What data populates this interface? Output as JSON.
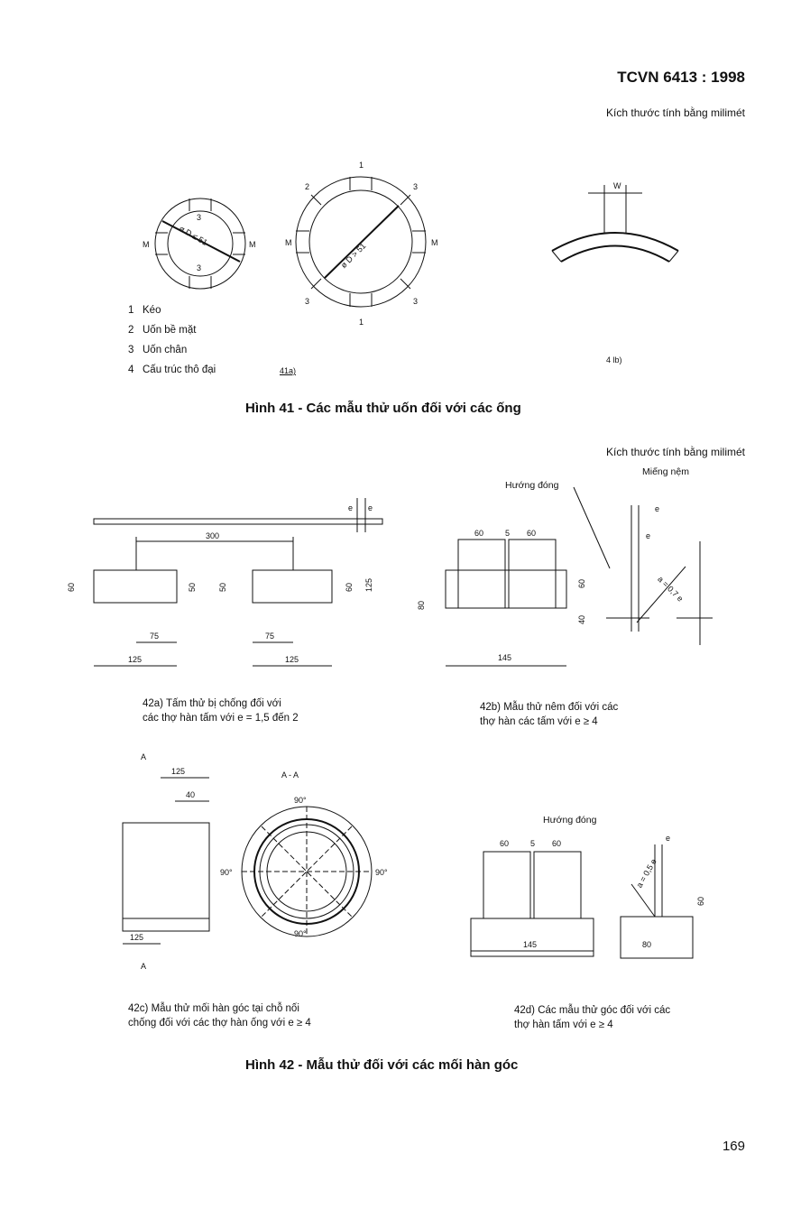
{
  "header": {
    "standard": "TCVN 6413 : 1998",
    "unit_note_1": "Kích thước tính bằng milimét",
    "unit_note_2": "Kích thước tính bằng milimét"
  },
  "fig41": {
    "legend": [
      {
        "num": "1",
        "text": "Kéo"
      },
      {
        "num": "2",
        "text": "Uốn bề mặt"
      },
      {
        "num": "3",
        "text": "Uốn chân"
      },
      {
        "num": "4",
        "text": "Cấu trúc thô đại"
      }
    ],
    "label_a": "41a)",
    "label_b": "4 lb)",
    "small_ring_dim": "ø D ≤ 51",
    "large_ring_dim": "ø D > 51",
    "mark_m": "M",
    "mark_1": "1",
    "mark_2": "2",
    "mark_3": "3",
    "mark_w": "W",
    "caption": "Hình 41 - Các mẫu thử uốn đối với các ống"
  },
  "fig42": {
    "a_caption_line1": "42a)  Tấm thử bị chống đối với",
    "a_caption_line2": "các thợ hàn tấm với e = 1,5 đến 2",
    "b_caption_line1": "42b)  Mẫu thử nêm đối với các",
    "b_caption_line2": "thợ hàn các tấm với e ≥ 4",
    "c_caption_line1": "42c)  Mẫu thử mối hàn góc tại chỗ nối",
    "c_caption_line2": "chống đối với các thợ hàn ống với e ≥ 4",
    "d_caption_line1": "42d)  Các mẫu thử góc đối với các",
    "d_caption_line2": "thợ hàn tấm với e ≥ 4",
    "label_huong_dong": "Hướng đóng",
    "label_mieng_nem": "Miếng nệm",
    "label_e": "e",
    "label_a_a": "A - A",
    "label_A": "A",
    "dim_a": {
      "d300": "300",
      "d60": "60",
      "d50": "50",
      "d125": "125",
      "d75": "75"
    },
    "dim_b": {
      "d60": "60",
      "d5": "5",
      "d80": "80",
      "d40": "40",
      "d145": "145",
      "angle_dim": "a = 0,7 e"
    },
    "dim_c": {
      "d125": "125",
      "d40": "40",
      "deg": "90°"
    },
    "dim_d": {
      "d60": "60",
      "d5": "5",
      "d145": "145",
      "d80": "80",
      "angle_dim": "a = 0,5 e"
    },
    "caption": "Hình 42 - Mẫu thử đối với các mối hàn góc"
  },
  "footer": {
    "page_number": "169"
  }
}
